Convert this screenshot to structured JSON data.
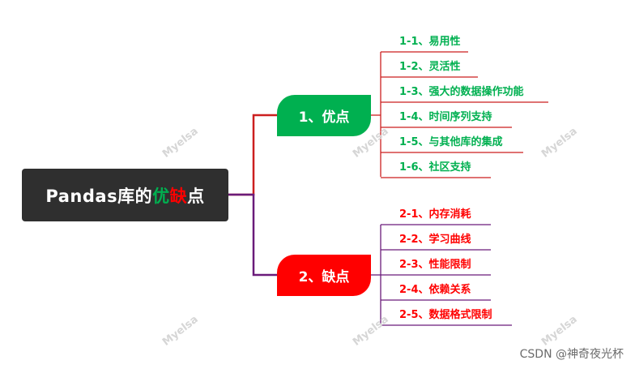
{
  "root": {
    "prefix": "Pandas库的",
    "word_good": "优",
    "word_bad": "缺",
    "suffix": "点",
    "good_color": "#00b050",
    "bad_color": "#ff0000"
  },
  "branches": [
    {
      "label": "1、优点",
      "color": "#00b050",
      "line_color": "#cc1f1f",
      "leaf_line_color": "#cc1f1f",
      "leaves": [
        "1-1、易用性",
        "1-2、灵活性",
        "1-3、强大的数据操作功能",
        "1-4、时间序列支持",
        "1-5、与其他库的集成",
        "1-6、社区支持"
      ]
    },
    {
      "label": "2、缺点",
      "color": "#ff0000",
      "line_color": "#6a1b7a",
      "leaf_line_color": "#6a1b7a",
      "leaves": [
        "2-1、内存消耗",
        "2-2、学习曲线",
        "2-3、性能限制",
        "2-4、依赖关系",
        "2-5、数据格式限制"
      ]
    }
  ],
  "watermark": "Myelsa",
  "credit": "CSDN @神奇夜光杯"
}
